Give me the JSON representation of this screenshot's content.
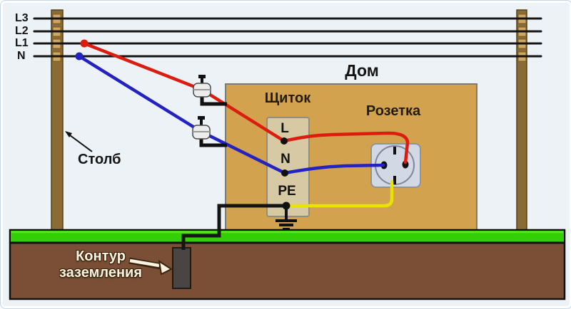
{
  "diagram": {
    "title_hint": "TT grounding scheme",
    "power_lines": {
      "labels": [
        "L3",
        "L2",
        "L1",
        "N"
      ]
    },
    "pole_label": "Столб",
    "house": {
      "label": "Дом"
    },
    "panel": {
      "label": "Щиток",
      "terminals": [
        "L",
        "N",
        "PE"
      ]
    },
    "socket": {
      "label": "Розетка"
    },
    "grounding": {
      "label_line1": "Контур",
      "label_line2": "заземления"
    },
    "colors": {
      "phase_wire": "#dd1c10",
      "neutral_wire": "#2323c4",
      "pe_wire": "#e8e400",
      "ground_wire": "#151515",
      "power_line": "#151515",
      "house_fill": "#d2a24f",
      "panel_fill": "#d6c9a4",
      "socket_fill": "#d2d9e5",
      "grass": "#33cf05",
      "grass_highlight": "#5ce322",
      "soil": "#7b4f36",
      "pole": "#8a6a35",
      "pole_knob": "#cfa763",
      "electrode": "#494542",
      "insulator": "#ececec"
    }
  }
}
